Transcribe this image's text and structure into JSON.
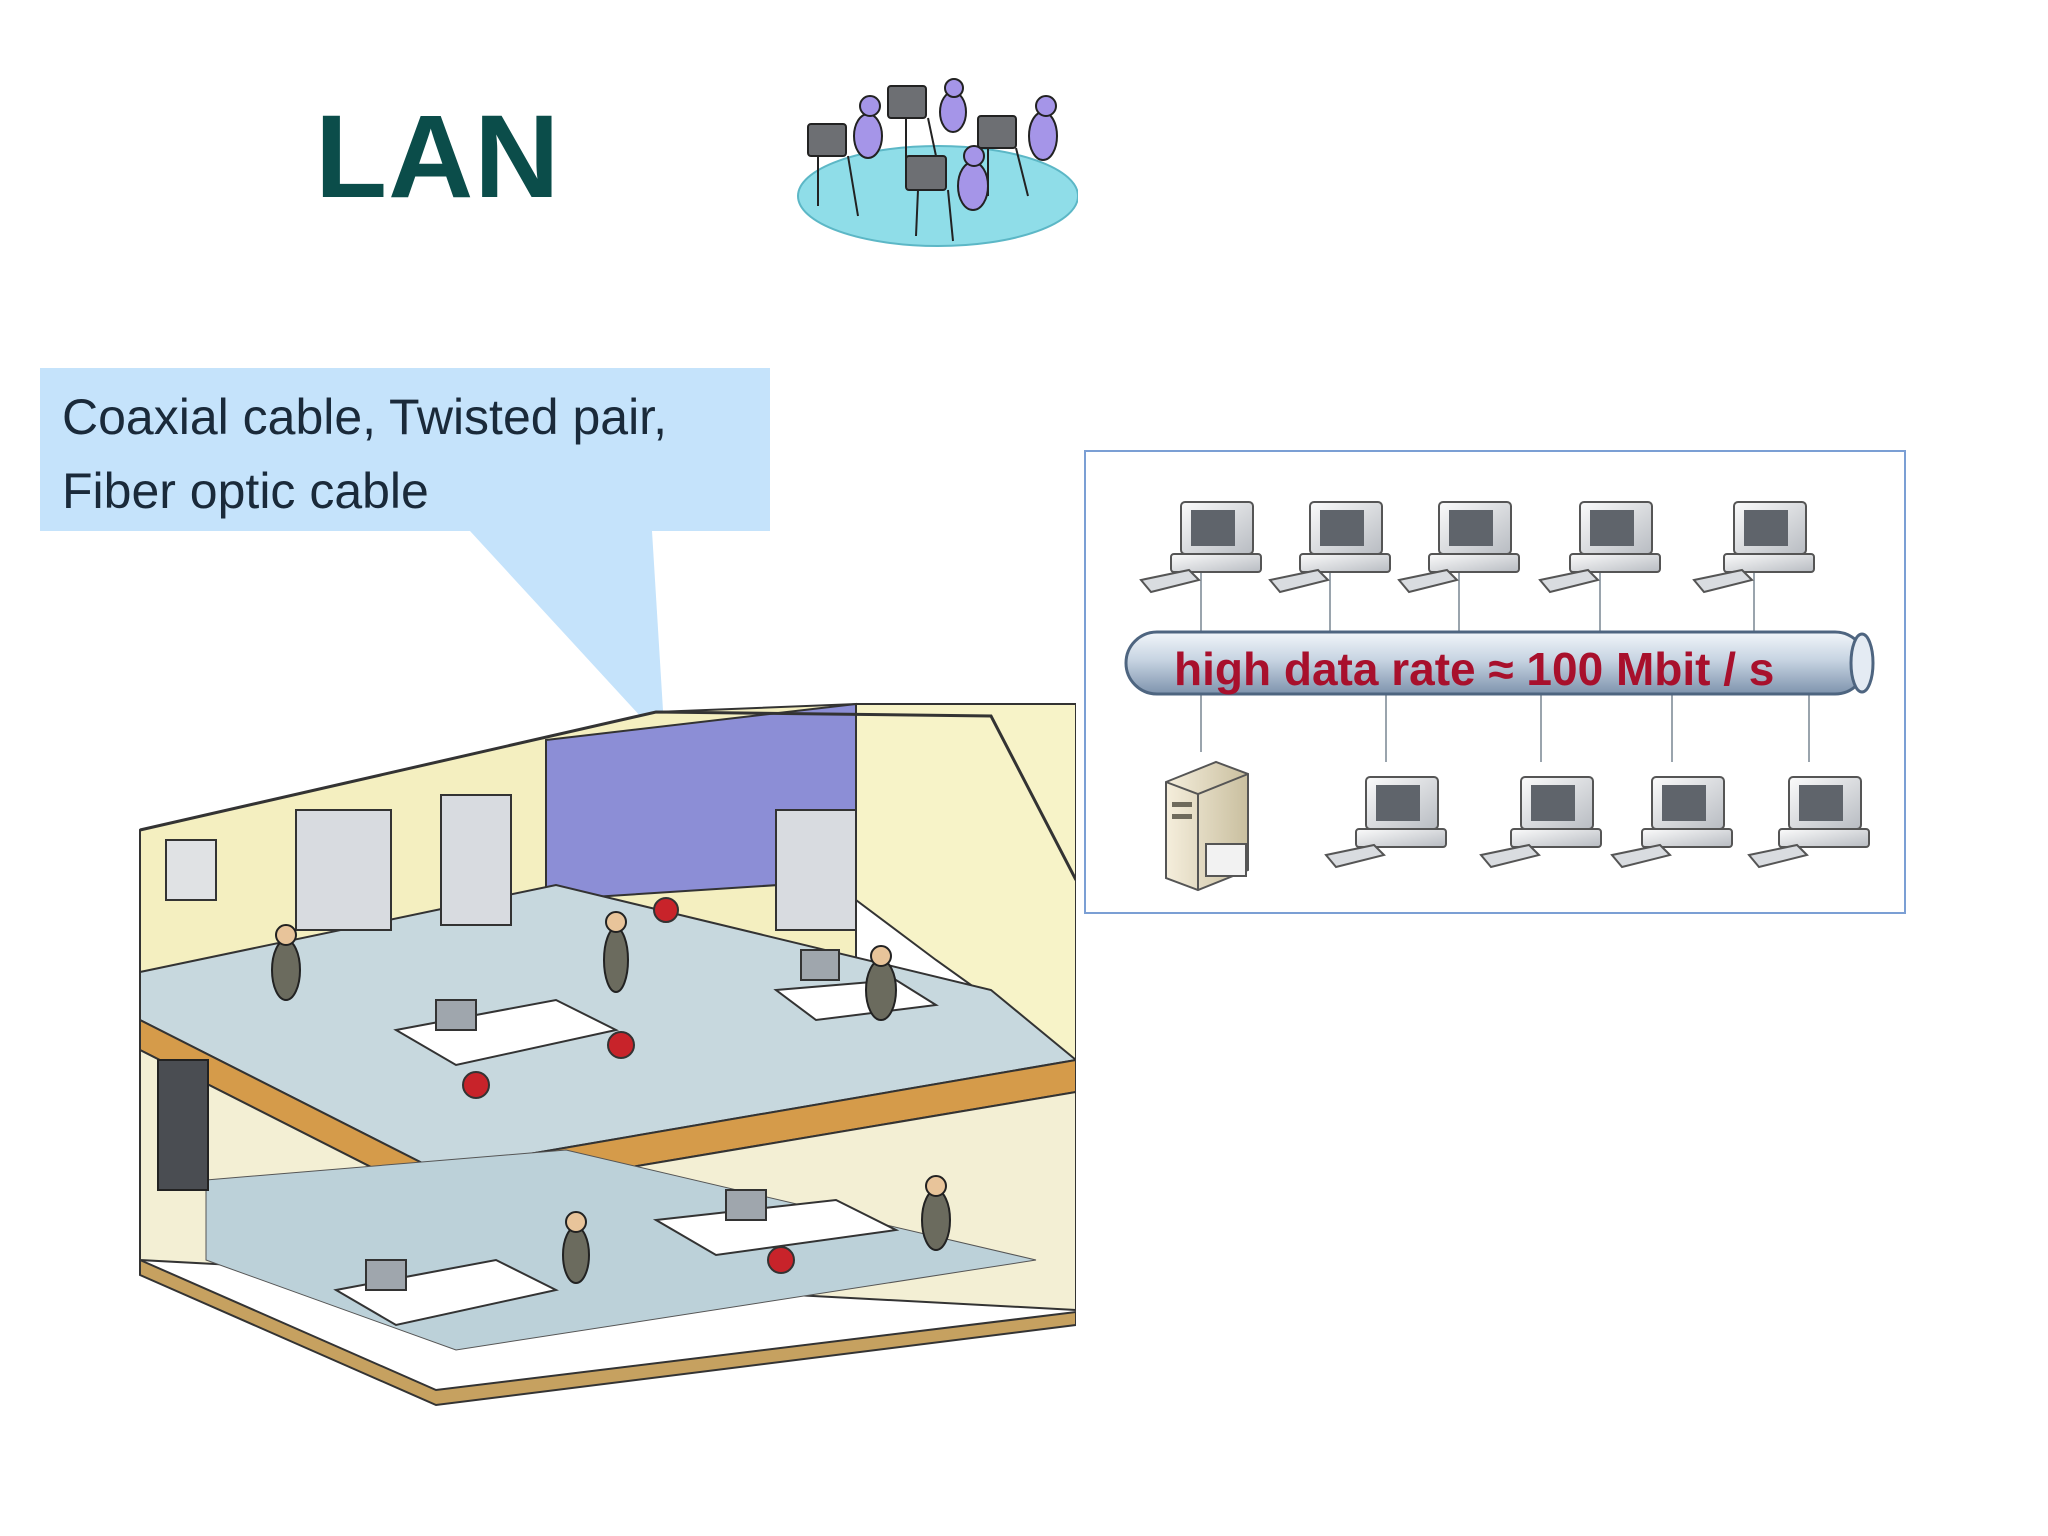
{
  "slide": {
    "title": "LAN",
    "callout": {
      "line1": "Coaxial cable, Twisted pair,",
      "line2": "Fiber optic cable"
    },
    "network": {
      "bus_label": "high data rate ≈ 100 Mbit / s",
      "top_workstations": 5,
      "bottom_workstations": 4,
      "servers": 1
    },
    "colors": {
      "title": "#0b4d4a",
      "callout_fill": "#c5e3fb",
      "bus_label": "#a8102c",
      "box_border": "#7b9fd4"
    },
    "icons": [
      "people-at-computers-icon",
      "office-building-illustration",
      "workstation-icon",
      "server-icon",
      "network-bus-cable"
    ]
  }
}
